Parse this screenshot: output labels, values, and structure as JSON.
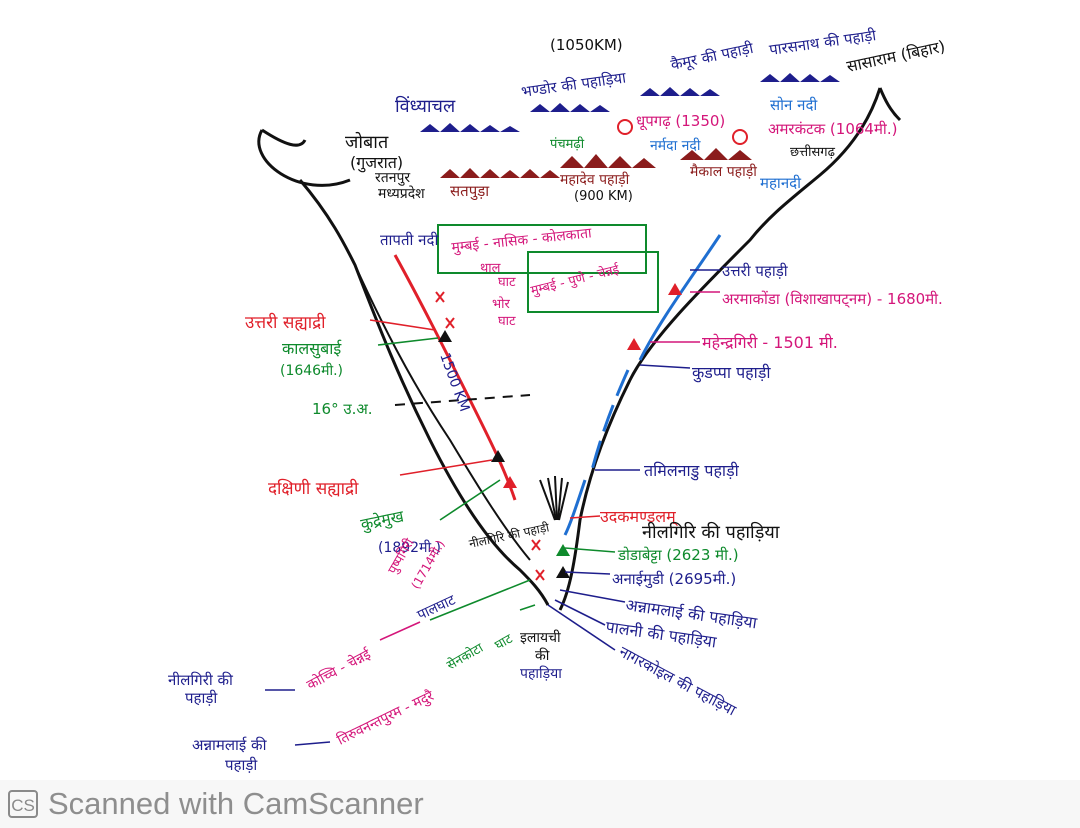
{
  "colors": {
    "black": "#111111",
    "navy": "#1e1e8c",
    "magenta": "#d4167a",
    "red": "#e0202a",
    "green": "#0e8a2c",
    "brown": "#8b1c1c",
    "blue": "#1f6fd1",
    "ink": "#2a2a2a"
  },
  "labels": {
    "range_length_vindhya": "(1050KM)",
    "vindhyachal": "विंध्याचल",
    "bhander": "भण्डोर की पहाड़िया",
    "kaimur": "कैमूर की पहाड़ी",
    "parasnath": "पारसनाथ की पहाड़ी",
    "sasaram": "सासाराम (बिहार)",
    "jobat": "जोबात",
    "gujarat": "(गुजरात)",
    "ratnapur": "रतनपुर",
    "madhyapradesh": "मध्यप्रदेश",
    "satpura": "सतपुड़ा",
    "panchmarhi": "पंचमढ़ी",
    "dhupgarh": "धूपगढ़ (1350)",
    "narmada": "नर्मदा नदी",
    "amarkantak": "अमरकंटक (1064मी.)",
    "son": "सोन नदी",
    "chhattisgarh": "छत्तीसगढ़",
    "mahadev": "महादेव पहाड़ी",
    "mahadev_len": "(900 KM)",
    "maikal": "मैकाल पहाड़ी",
    "mahanadi": "महानदी",
    "tapti": "तापती नदी",
    "route1": "मुम्बई - नासिक - कोलकाता",
    "thal": "थाल",
    "ghat1": "घाट",
    "bhor": "भोर",
    "ghat2": "घाट",
    "route2": "मुम्बई - पुणे - चेन्नई",
    "north_eg": "उत्तरी पहाड़ी",
    "armakonda": "अरमाकोंडा (विशाखापट्नम) - 1680मी.",
    "north_sahyadri": "उत्तरी सह्याद्री",
    "kalsubai": "कालसुबाई",
    "kalsubai_h": "(1646मी.)",
    "len_1500": "1500 KM",
    "mahendragiri": "महेन्द्रगिरी - 1501 मी.",
    "cuddapah": "कुडप्पा पहाड़ी",
    "lat16": "16° उ.अ.",
    "tamilnadu": "तमिलनाडु पहाड़ी",
    "south_sahyadri": "दक्षिणी सह्याद्री",
    "kudremukh": "कुद्रेमुख",
    "kudremukh_h": "(1892मी.)",
    "udhagamandalam": "उदकमण्डलम्",
    "pushpagiri": "पुष्पगिरी",
    "pushpagiri_h": "(1714मी.)",
    "nilgiri_small": "नीलगिरि की पहाड़ी",
    "nilgiri_hills": "नीलगिरि की पहाड़िया",
    "doddabetta": "डोडाबेट्टा (2623 मी.)",
    "anaimudi": "अनाईमुडी (2695मी.)",
    "palghat": "पालघाट",
    "annamalai_hills": "अन्नामलाई की पहाड़िया",
    "kochi_chennai": "कोच्चि - चेन्नई",
    "shencotta": "सेनकोटा",
    "ghat3": "घाट",
    "cardamom": "इलायची",
    "cardamom2": "की",
    "cardamom3": "पहाड़िया",
    "palni": "पालनी की पहाड़िया",
    "nagercoil": "नागरकोइल की पहाड़िया",
    "nilgiri_left": "नीलगिरी की",
    "nilgiri_left2": "पहाड़ी",
    "trivandrum": "तिरुवनन्तपुरम - मदुरै",
    "annamalai_left": "अन्नामलाई की",
    "annamalai_left2": "पहाड़ी"
  },
  "footer": {
    "logo": "CS",
    "text": "Scanned with CamScanner"
  }
}
